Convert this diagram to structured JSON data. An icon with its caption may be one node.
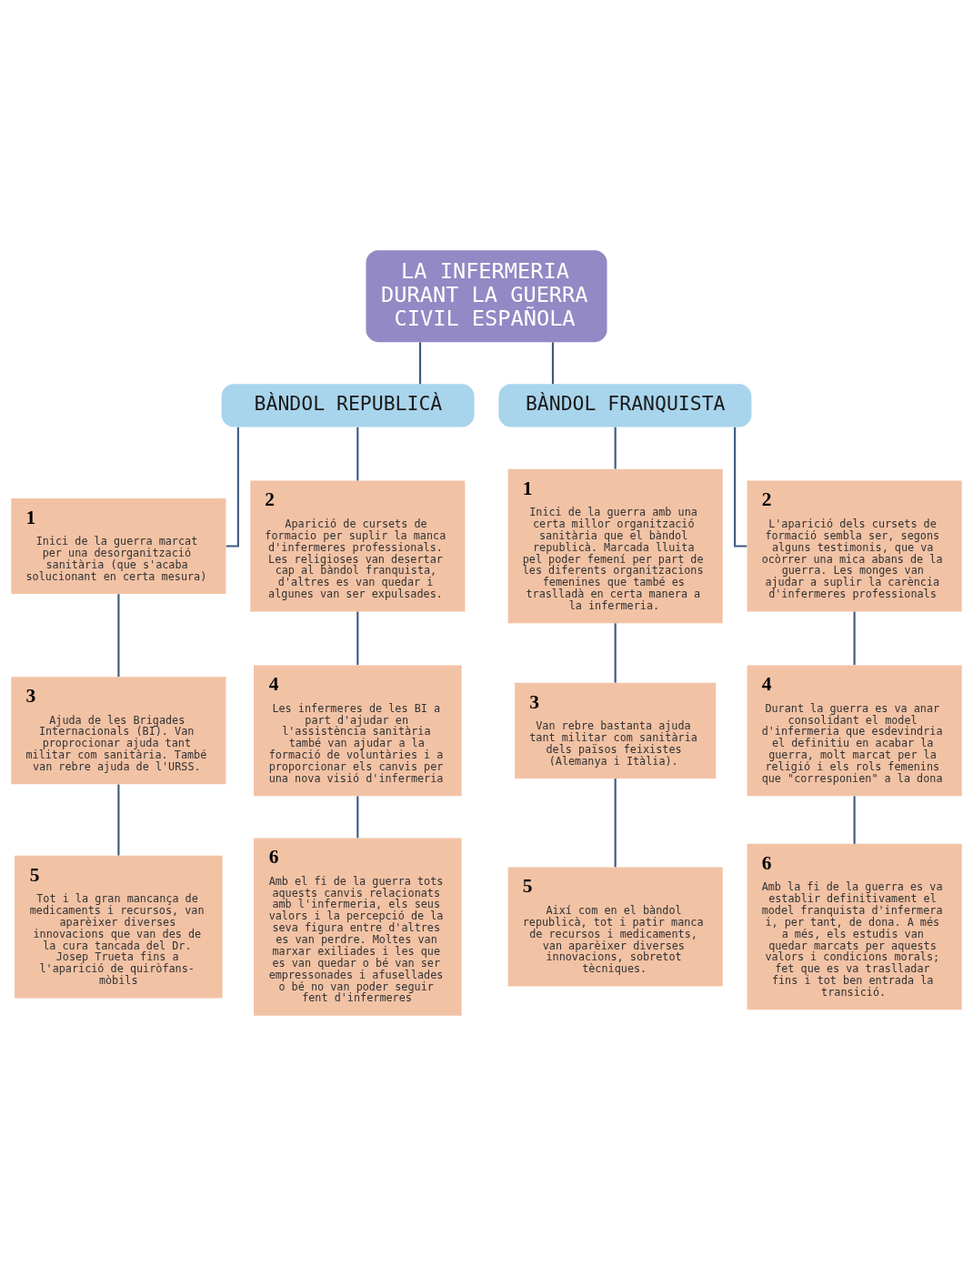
{
  "diagram": {
    "nodes": [
      {
        "text": [
          "LA INFERMERIA DURANT LA GUERRA CIVIL ESPAÑOLA"
        ]
      },
      {
        "text": [
          "BÀNDOL REPUBLICÀ"
        ]
      },
      {
        "text": [
          "BÀNDOL FRANQUISTA"
        ]
      },
      {
        "text": [
          "1",
          "Inici de la guerra marcat per una desorganització sanitària (que s'acaba solucionant en certa mesura)"
        ]
      },
      {
        "text": [
          "2",
          "Aparició de cursets de formacio per suplir la manca d'infermeres professionals. Les religioses van desertar cap al bàndol franquista, d'altres es van quedar i algunes van ser expulsades."
        ]
      },
      {
        "text": [
          "3",
          "Ajuda de les Brigades Internacionals (BI). Van proprocionar ajuda tant militar com sanitària. També van rebre ajuda de l'URSS."
        ]
      },
      {
        "text": [
          "4",
          "Les infermeres de les BI a part d'ajudar en l'assistència sanitària també van ajudar a la formació de voluntàries i a proporcionar els canvis per una nova visió d'infermeria"
        ]
      },
      {
        "text": [
          "5",
          "Tot i la gran mancança de medicaments i recursos, van aparèixer diverses innovacions que van des de la cura tancada del Dr. Josep Trueta fins a l'aparició de quiròfans-mòbils"
        ]
      },
      {
        "text": [
          "6",
          "Amb el fi de la guerra tots aquests canvis relacionats amb l'infermeria, els seus valors i la percepció de la seva figura entre d'altres es van perdre. Moltes van marxar exiliades i les que es van quedar o bé van ser empressonades i afusellades o bé no van poder seguir fent d'infermeres"
        ]
      },
      {
        "text": [
          "1",
          "Inici de la guerra amb una certa millor organització sanitària que el bàndol republicà. Marcada lluita pel poder femení per part de les diferents organitzacions femenines que també es traslladà en certa manera a la infermeria."
        ]
      },
      {
        "text": [
          "2",
          "L'aparició dels cursets de formació sembla ser, segons alguns testimonis, que va ocòrrer una mica abans de la guerra. Les monges van ajudar a suplir la carència d'infermeres professionals"
        ]
      },
      {
        "text": [
          "3",
          "Van rebre bastanta ajuda tant militar com sanitària dels països feixistes (Alemanya i Itàlia)."
        ]
      },
      {
        "text": [
          "4",
          "Durant la guerra es va anar consolidant el model d'infermeria que esdevindria el definitiu en acabar la guerra, molt marcat per la religió i els rols femenins que \"corresponien\" a la dona"
        ]
      },
      {
        "text": [
          "5",
          "Així com en el bàndol republicà, tot i patir manca de recursos i medicaments, van aparèixer diverses innovacions, sobretot tècniques."
        ]
      },
      {
        "text": [
          "6",
          "Amb la fi de la guerra es va establir definitivament el model franquista d'infermera i, per tant, de dona. A més a més, els estudis van quedar marcats per aquests valors i condicions morals; fet que es va traslladar fins i tot ben entrada la transició."
        ]
      }
    ],
    "edges": [
      {
        "from": 0,
        "to": 1,
        "arrow": "none"
      },
      {
        "from": 0,
        "to": 2,
        "arrow": "none"
      },
      {
        "from": 1,
        "to": 3,
        "arrow": "none"
      },
      {
        "from": 1,
        "to": 4,
        "arrow": "none"
      },
      {
        "from": 3,
        "to": 5,
        "arrow": "none"
      },
      {
        "from": 5,
        "to": 7,
        "arrow": "none"
      },
      {
        "from": 4,
        "to": 6,
        "arrow": "none"
      },
      {
        "from": 6,
        "to": 8,
        "arrow": "none"
      },
      {
        "from": 2,
        "to": 9,
        "arrow": "none"
      },
      {
        "from": 2,
        "to": 10,
        "arrow": "none"
      },
      {
        "from": 9,
        "to": 11,
        "arrow": "none"
      },
      {
        "from": 11,
        "to": 13,
        "arrow": "none"
      },
      {
        "from": 10,
        "to": 12,
        "arrow": "none"
      },
      {
        "from": 12,
        "to": 14,
        "arrow": "none"
      }
    ]
  }
}
